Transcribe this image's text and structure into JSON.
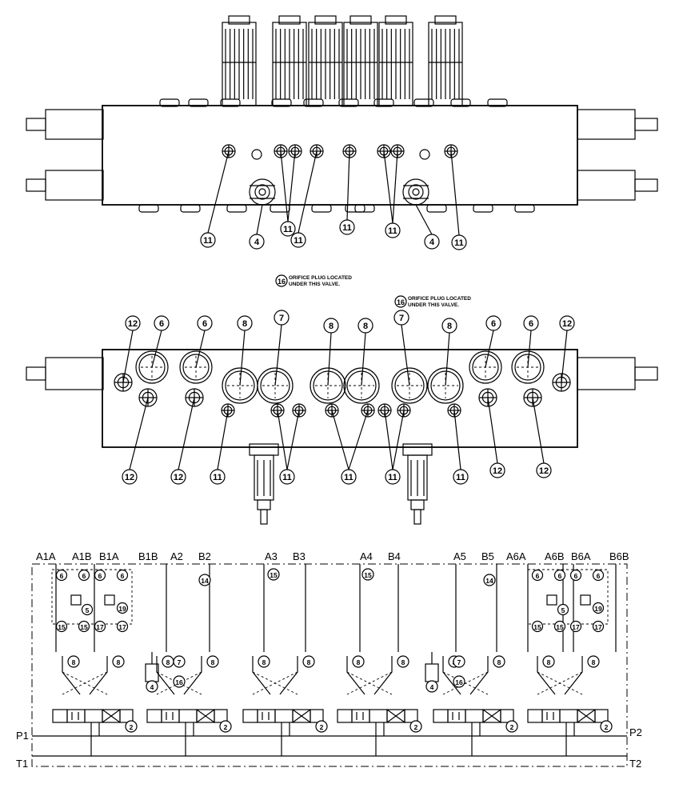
{
  "callouts": {
    "c11": "11",
    "c12": "12",
    "c4": "4",
    "c6": "6",
    "c8": "8",
    "c7": "7",
    "c16": "16",
    "c14": "14",
    "c15": "15",
    "c17": "17",
    "c19": "19",
    "c5": "5",
    "c2": "2"
  },
  "notes": {
    "orifice_line1": "ORIFICE PLUG LOCATED",
    "orifice_line2": "UNDER THIS VALVE."
  },
  "ports": {
    "a1a": "A1A",
    "a1b": "A1B",
    "b1a": "B1A",
    "b1b": "B1B",
    "a2": "A2",
    "b2": "B2",
    "a3": "A3",
    "b3": "B3",
    "a4": "A4",
    "b4": "B4",
    "a5": "A5",
    "b5": "B5",
    "a6a": "A6A",
    "a6b": "A6B",
    "b6a": "B6A",
    "b6b": "B6B",
    "p1": "P1",
    "p2": "P2",
    "t1": "T1",
    "t2": "T2"
  }
}
